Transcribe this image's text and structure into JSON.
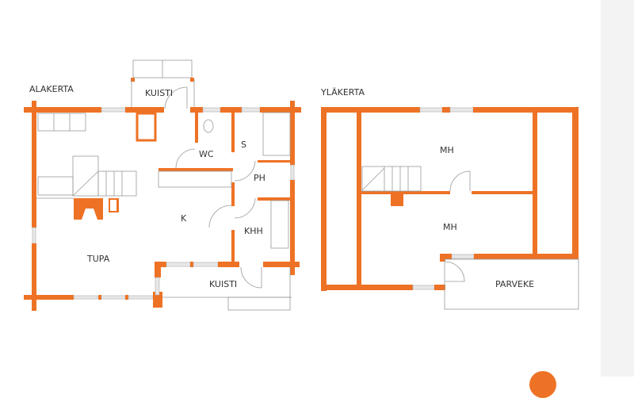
{
  "floors": {
    "ground": {
      "title": "ALAKERTA",
      "rooms": {
        "kuisti_top": "KUISTI",
        "wc": "WC",
        "s": "S",
        "ph": "PH",
        "k": "K",
        "khh": "KHH",
        "tupa": "TUPA",
        "kuisti_bottom": "KUISTI"
      }
    },
    "upper": {
      "title": "YLÄKERTA",
      "rooms": {
        "mh_top": "MH",
        "mh_bottom": "MH",
        "parveke": "PARVEKE"
      }
    }
  },
  "colors": {
    "wall": "#ee7225",
    "background": "#ffffff",
    "side_strip": "#f3f3f3"
  }
}
